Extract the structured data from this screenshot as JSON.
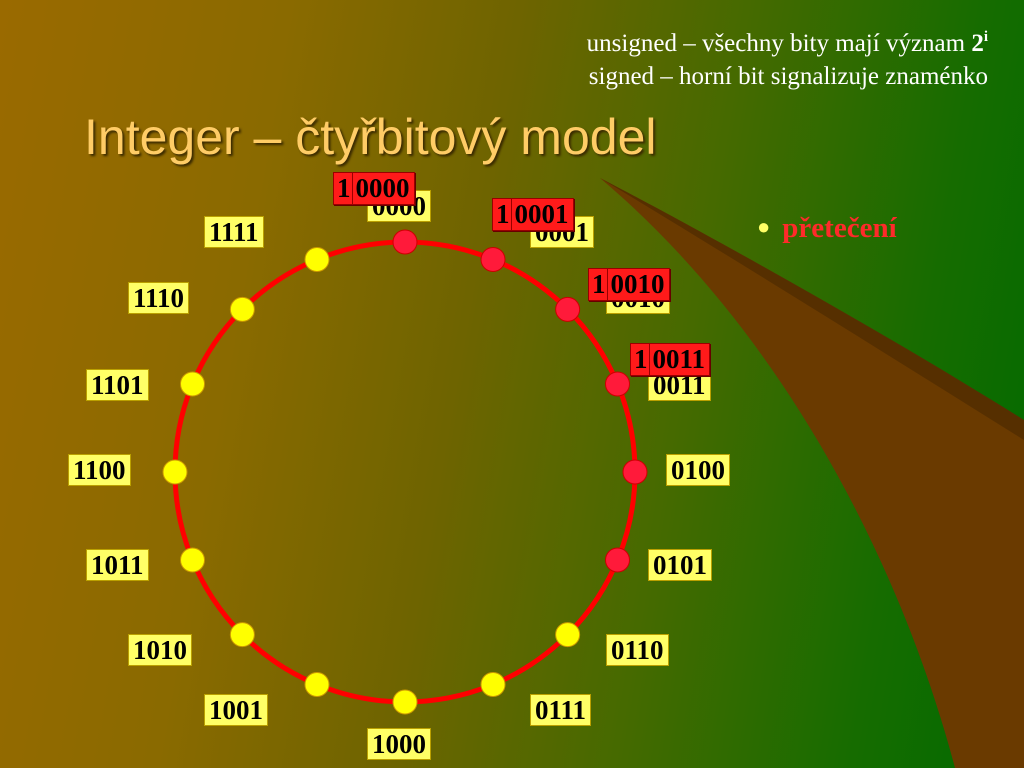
{
  "header": {
    "line1": "unsigned – všechny bity mají význam ",
    "line1_bold": "2",
    "line1_sup": "i",
    "line2": "signed – horní bit signalizuje znaménko"
  },
  "title": "Integer – čtyřbitový model",
  "bullet": "přetečení",
  "colors": {
    "title": "#ffcc66",
    "ring": "#ff0000",
    "dot_red": "#ff1a3a",
    "dot_yellow": "#ffff00",
    "label_bg": "#ffff66",
    "overflow_bg": "#ff1a1a",
    "bullet_text": "#ff2a2a",
    "swoosh": "#6a3a00"
  },
  "diagram": {
    "labels": [
      "0000",
      "0001",
      "0010",
      "0011",
      "0100",
      "0101",
      "0110",
      "0111",
      "1000",
      "1001",
      "1010",
      "1011",
      "1100",
      "1101",
      "1110",
      "1111"
    ],
    "dot_states": [
      "red",
      "red",
      "red",
      "red",
      "red",
      "red",
      "yellow",
      "yellow",
      "yellow",
      "yellow",
      "yellow",
      "yellow",
      "yellow",
      "yellow",
      "yellow",
      "yellow"
    ],
    "overflow": [
      {
        "carry": "1",
        "value": "0000"
      },
      {
        "carry": "1",
        "value": "0001"
      },
      {
        "carry": "1",
        "value": "0010"
      },
      {
        "carry": "1",
        "value": "0011"
      }
    ]
  }
}
